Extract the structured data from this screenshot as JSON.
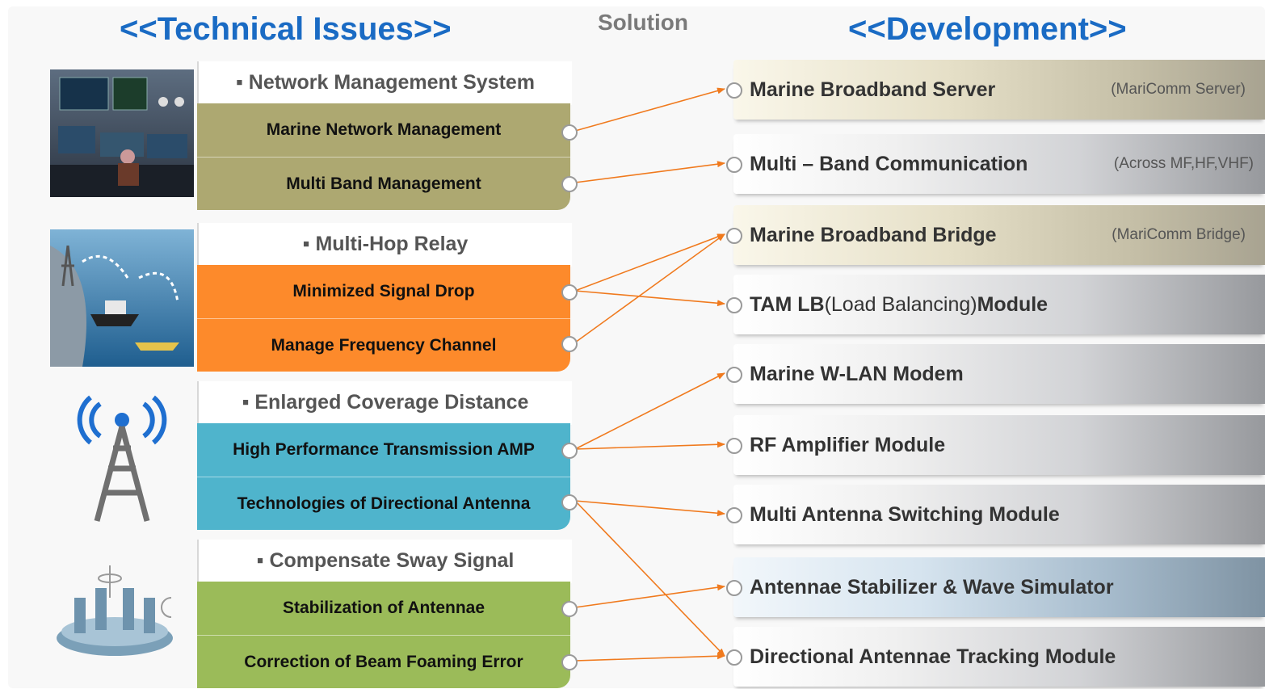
{
  "header": {
    "left_title": "<<Technical Issues>>",
    "middle_label": "Solution",
    "right_title": "<<Development>>"
  },
  "issues": [
    {
      "category": "▪ Network Management System",
      "color": "#ada871",
      "items": [
        "Marine  Network  Management",
        "Multi Band Management"
      ]
    },
    {
      "category": "▪ Multi-Hop Relay",
      "color": "#fd8a2b",
      "items": [
        "Minimized Signal Drop",
        "Manage Frequency Channel"
      ]
    },
    {
      "category": "▪ Enlarged Coverage Distance",
      "color": "#4fb4cc",
      "items": [
        "High Performance Transmission AMP",
        "Technologies of Directional Antenna"
      ]
    },
    {
      "category": "▪ Compensate Sway Signal",
      "color": "#9bbb59",
      "items": [
        "Stabilization of Antennae",
        "Correction of Beam Foaming Error"
      ]
    }
  ],
  "developments": [
    {
      "title": "Marine Broadband Server",
      "note": "(MariComm Server)",
      "style": "beige"
    },
    {
      "title": "Multi – Band Communication",
      "note": "(Across MF,HF,VHF)",
      "style": "grey"
    },
    {
      "title": "Marine Broadband Bridge",
      "note": "(MariComm Bridge)",
      "style": "beige"
    },
    {
      "title_bold": "TAM LB",
      "title_normal": "(Load Balancing)",
      "title_bold2": " Module",
      "style": "grey"
    },
    {
      "title": "Marine W-LAN Modem",
      "style": "grey"
    },
    {
      "title": "RF Amplifier Module",
      "style": "grey"
    },
    {
      "title": "Multi Antenna Switching Module",
      "style": "grey"
    },
    {
      "title": "Antennae Stabilizer & Wave Simulator",
      "style": "blue"
    },
    {
      "title": "Directional Antennae Tracking Module",
      "style": "grey"
    }
  ],
  "links_color": "#f07a1e",
  "links": [
    [
      0,
      0
    ],
    [
      1,
      1
    ],
    [
      2,
      2
    ],
    [
      2,
      3
    ],
    [
      3,
      2
    ],
    [
      4,
      4
    ],
    [
      4,
      5
    ],
    [
      5,
      6
    ],
    [
      5,
      8
    ],
    [
      6,
      7
    ],
    [
      7,
      8
    ]
  ]
}
